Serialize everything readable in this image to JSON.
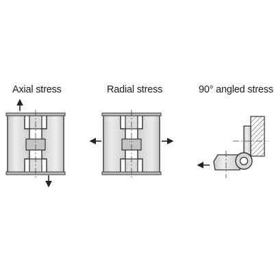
{
  "labels": {
    "axial": "Axial stress",
    "radial": "Radial stress",
    "angled": "90° angled stress"
  },
  "colors": {
    "outline": "#333333",
    "leaf_fill": "#d3d3d3",
    "leaf_highlight": "#ebebeb",
    "pin_fill": "#c4c4c4",
    "hatch": "#555555",
    "background": "#ffffff"
  },
  "icons": [
    "arrow-up-icon",
    "arrow-down-icon",
    "arrow-left-icon",
    "arrow-right-icon"
  ]
}
